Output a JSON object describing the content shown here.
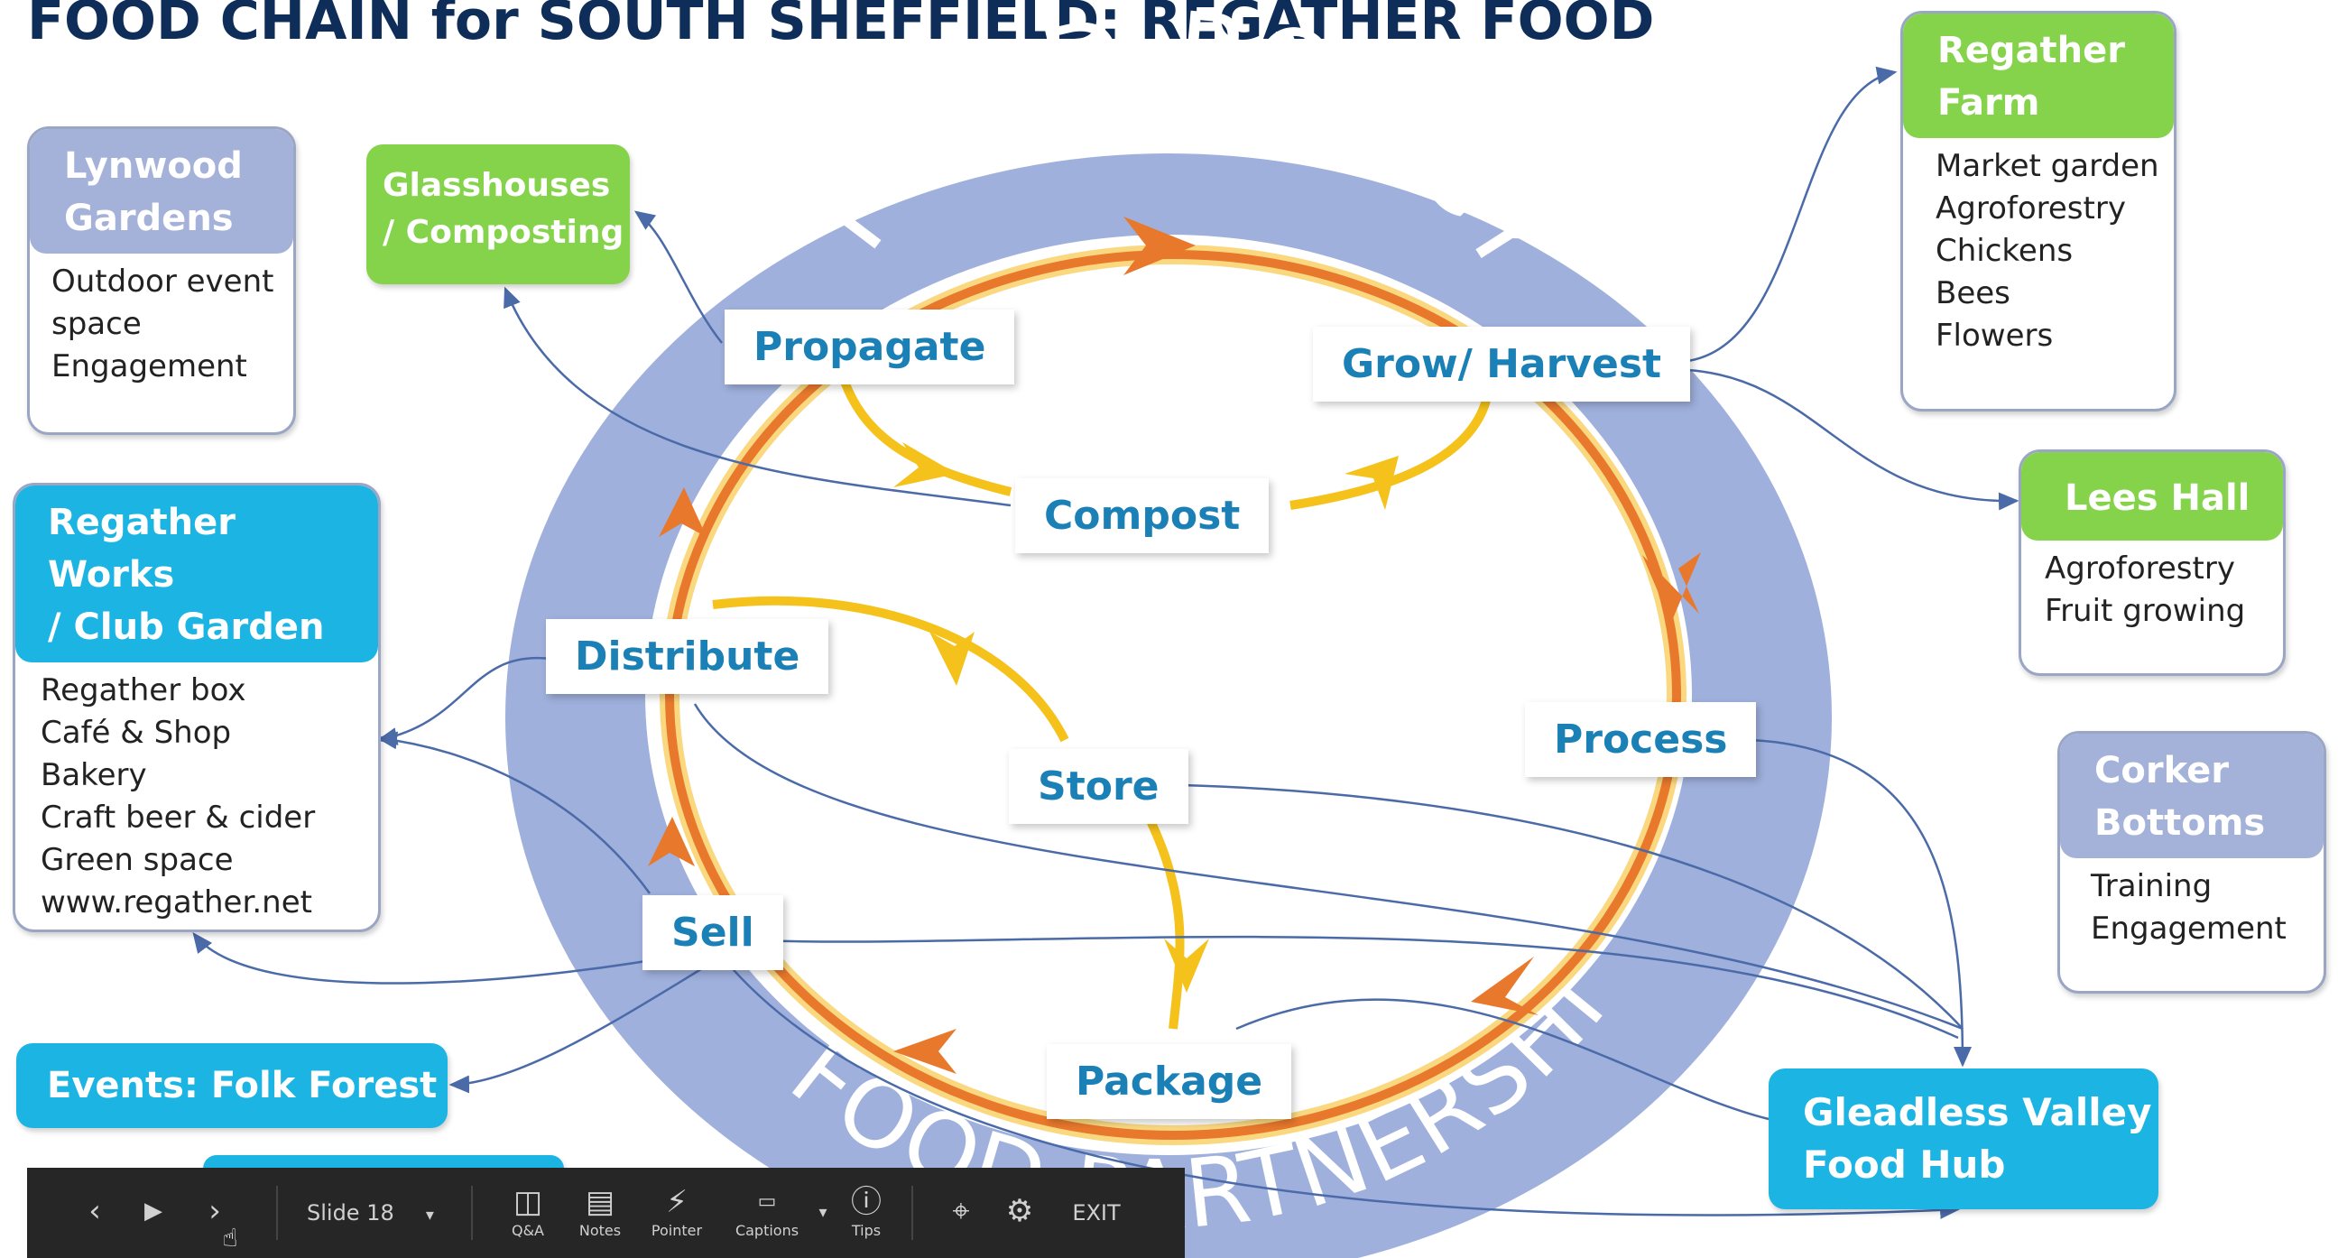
{
  "title": "FOOD CHAIN for SOUTH SHEFFIELD: REGATHER FOOD",
  "ring": {
    "top_text": "FOOD POLICY",
    "bottom_text": "FOOD PARTNERSHIP"
  },
  "colors": {
    "orange": "#e8782c",
    "yellow": "#f4c21a",
    "ring": "#9fb0dc",
    "blue": "#1cb4e3",
    "green": "#84d34a",
    "lavender": "#a4b1d8"
  },
  "stages": {
    "propagate": "Propagate",
    "grow_harvest": "Grow/ Harvest",
    "compost": "Compost",
    "distribute": "Distribute",
    "process": "Process",
    "store": "Store",
    "sell": "Sell",
    "package": "Package"
  },
  "boxes": {
    "lynwood": {
      "title_lines": [
        "Lynwood",
        "Gardens"
      ],
      "items": [
        "Outdoor event",
        "space",
        "Engagement"
      ]
    },
    "glasshouses": {
      "title_lines": [
        "Glasshouses",
        "/ Composting"
      ]
    },
    "regather_farm": {
      "title_lines": [
        "Regather",
        "Farm"
      ],
      "items": [
        "Market garden",
        "Agroforestry",
        "Chickens",
        "Bees",
        "Flowers"
      ]
    },
    "lees_hall": {
      "title": "Lees Hall",
      "items": [
        "Agroforestry",
        "Fruit growing"
      ]
    },
    "regather_works": {
      "title_lines": [
        "Regather Works",
        "/ Club Garden"
      ],
      "items": [
        "Regather box",
        "Café & Shop",
        "Bakery",
        "Craft beer & cider",
        "Green space",
        "www.regather.net"
      ]
    },
    "corker": {
      "title_lines": [
        "Corker",
        "Bottoms"
      ],
      "items": [
        "Training",
        "Engagement"
      ]
    },
    "events": {
      "title": "Events: Folk Forest"
    },
    "gleadless": {
      "title_lines": [
        "Gleadless Valley",
        "Food Hub"
      ]
    }
  },
  "toolbar": {
    "slide": "Slide 18",
    "qa": "Q&A",
    "notes": "Notes",
    "pointer": "Pointer",
    "captions": "Captions",
    "tips": "Tips",
    "exit": "EXIT"
  }
}
